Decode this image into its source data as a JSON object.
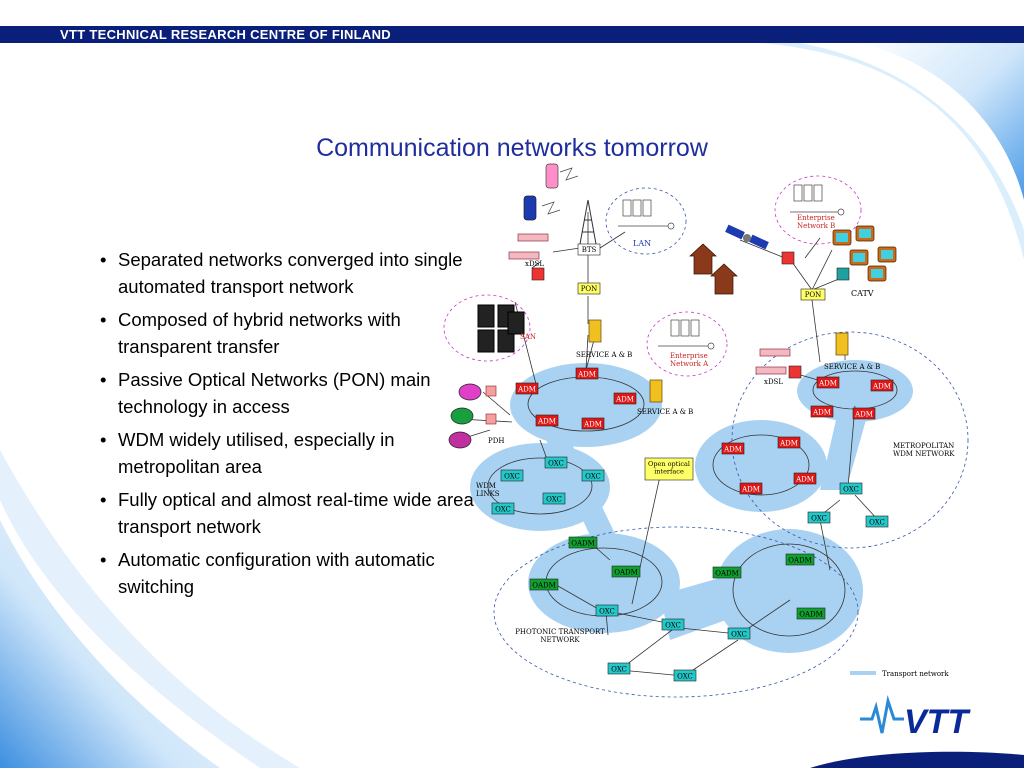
{
  "header": {
    "org_label": "VTT TECHNICAL RESEARCH CENTRE OF FINLAND"
  },
  "slide": {
    "title": "Communication networks tomorrow",
    "bullets": [
      "Separated networks converged into single automated transport network",
      "Composed of hybrid networks with transparent transfer",
      "Passive Optical Networks (PON) main technology in access",
      "WDM widely utilised, especially in metropolitan area",
      "Fully optical and almost real-time wide area transport network",
      "Automatic configuration with automatic switching"
    ]
  },
  "diagram": {
    "labels": {
      "bts": "BTS",
      "lan": "LAN",
      "xdsl_top": "xDSL",
      "xdsl_right": "xDSL",
      "enterprise_b": "Enterprise\nNetwork B",
      "enterprise_a": "Enterprise\nNetwork A",
      "catv": "CATV",
      "pon_left": "PON",
      "pon_right": "PON",
      "san": "SAN",
      "pdh": "PDH",
      "service_left": "SERVICE A & B",
      "service_mid": "SERVICE A & B",
      "service_right": "SERVICE A & B",
      "wdm_links": "WDM\nLINKS",
      "open_optical": "Open optical\ninterface",
      "metro_wdm": "METROPOLITAN\nWDM NETWORK",
      "photonic": "PHOTONIC TRANSPORT\nNETWORK",
      "legend": "Transport network",
      "adm": "ADM",
      "oxc": "OXC",
      "oadm": "OADM"
    }
  },
  "logo": {
    "text": "VTT"
  },
  "colors": {
    "header_bar": "#0a1f7a",
    "title": "#1f2e9c",
    "ring_fill": "#a9d2f2",
    "adm": "#e01818",
    "oxc": "#24c8c8",
    "oadm": "#10a030",
    "open_optical_box": "#ffff66"
  }
}
